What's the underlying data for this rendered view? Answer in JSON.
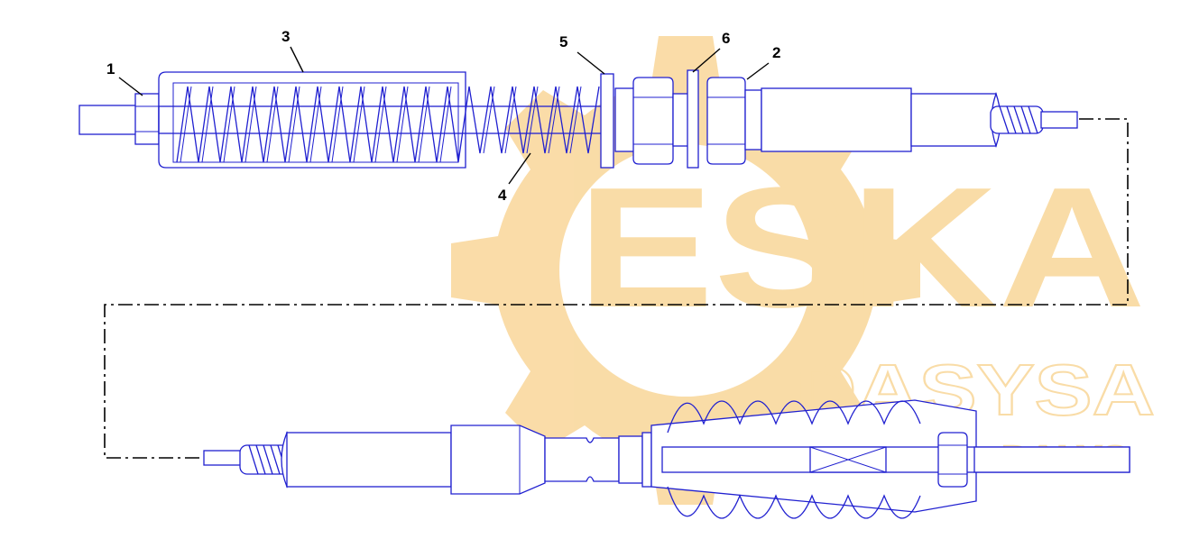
{
  "watermark": {
    "brand": "ESKA",
    "secondary": "DASYSA",
    "tertiary": "DALYS",
    "color": "#f5c060"
  },
  "callouts": {
    "c1": "1",
    "c2": "2",
    "c3": "3",
    "c4": "4",
    "c5": "5",
    "c6": "6"
  },
  "colors": {
    "outline": "#2020d0",
    "leader": "#000000"
  }
}
